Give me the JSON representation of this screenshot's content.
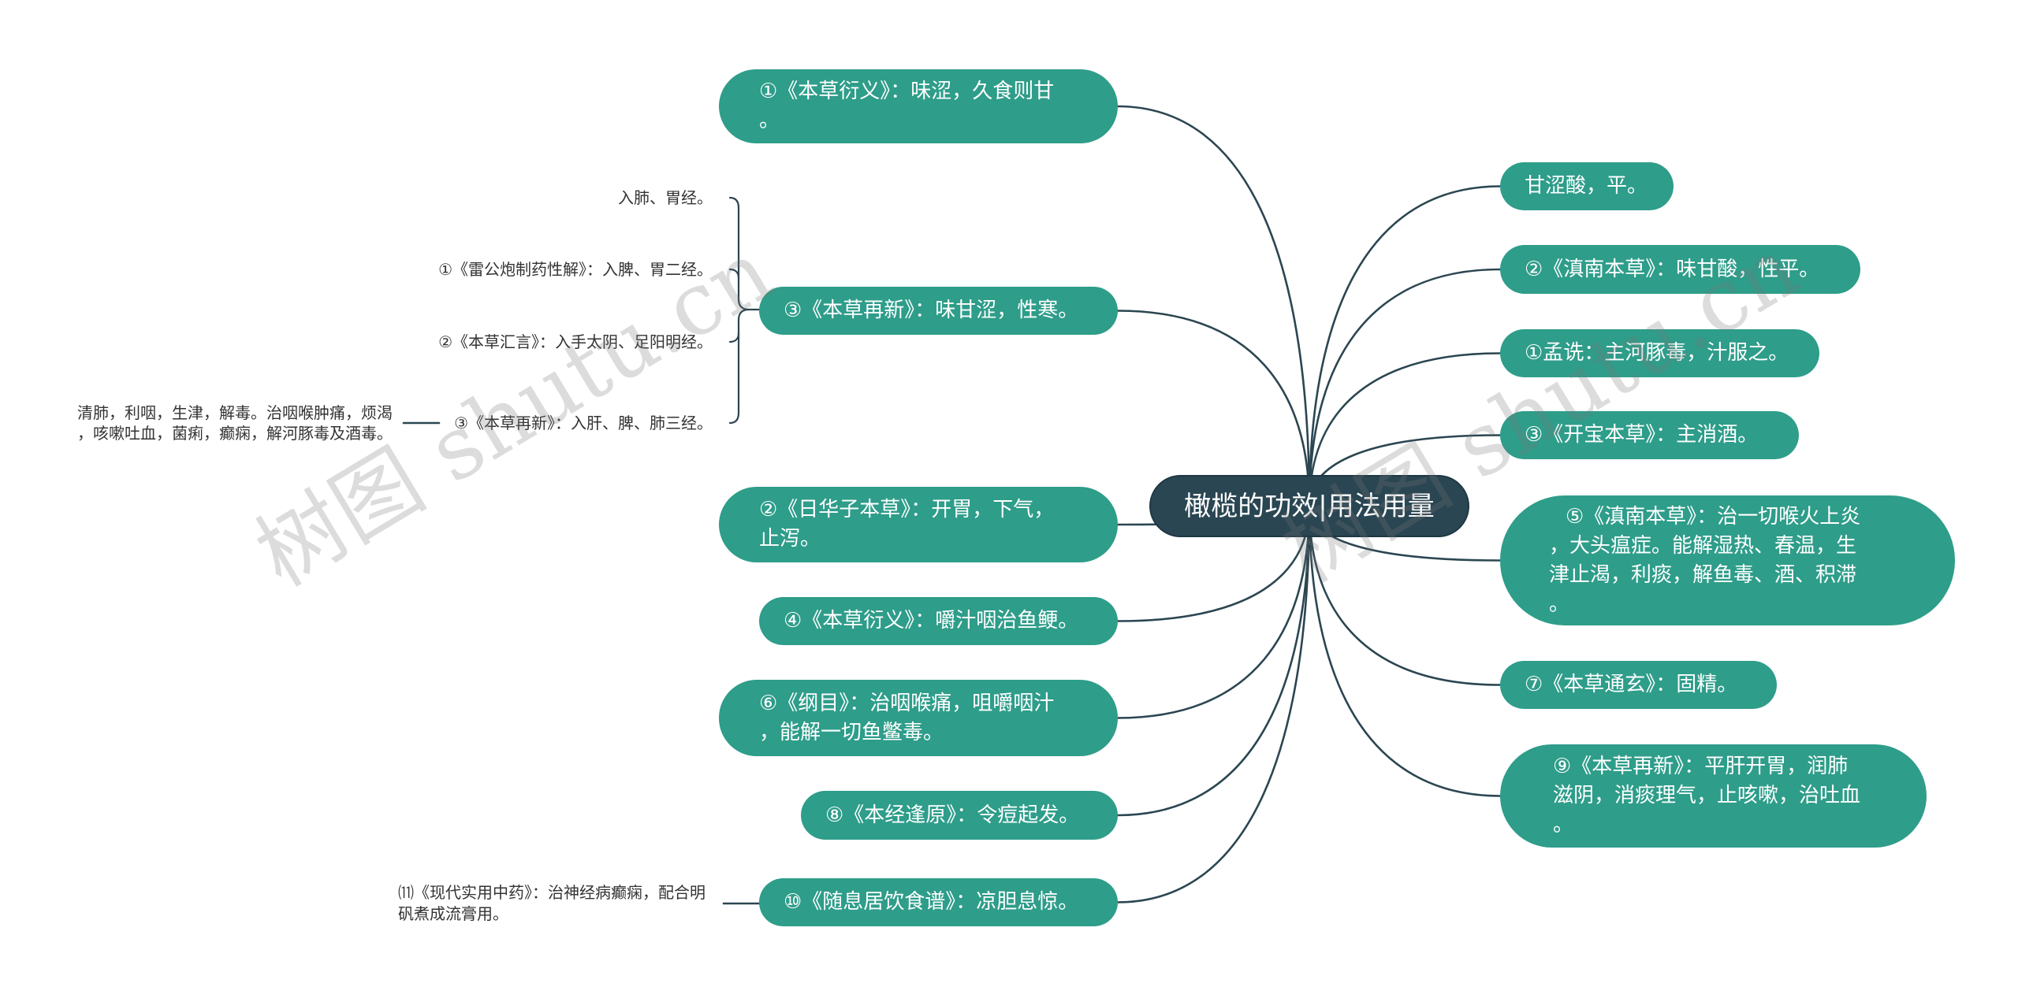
{
  "root": {
    "text": "橄榄的功效|用法用量"
  },
  "left_branches": [
    {
      "lines": [
        "①《本草衍义》：味涩，久食则甘",
        "。"
      ]
    },
    {
      "lines": [
        "③《本草再新》：味甘涩，性寒。"
      ],
      "children": [
        {
          "text": "入肺、胃经。"
        },
        {
          "text": "①《雷公炮制药性解》：入脾、胃二经。"
        },
        {
          "text": "②《本草汇言》：入手太阴、足阳明经。"
        },
        {
          "text": "③《本草再新》：入肝、脾、肺三经。",
          "children": [
            {
              "lines": [
                "清肺，利咽，生津，解毒。治咽喉肿痛，烦渴",
                "，咳嗽吐血，菌痢，癫痫，解河豚毒及酒毒。"
              ]
            }
          ]
        }
      ]
    },
    {
      "lines": [
        "②《日华子本草》：开胃，下气，",
        "止泻。"
      ]
    },
    {
      "lines": [
        "④《本草衍义》：嚼汁咽治鱼鲠。"
      ]
    },
    {
      "lines": [
        "⑥《纲目》：治咽喉痛，咀嚼咽汁",
        "，能解一切鱼鳖毒。"
      ]
    },
    {
      "lines": [
        "⑧《本经逢原》：令痘起发。"
      ]
    },
    {
      "lines": [
        "⑩《随息居饮食谱》：凉胆息惊。"
      ],
      "children": [
        {
          "lines": [
            "⑾《现代实用中药》：治神经病癫痫，配合明",
            "矾煮成流膏用。"
          ]
        }
      ]
    }
  ],
  "right_branches": [
    {
      "lines": [
        "甘涩酸，平。"
      ]
    },
    {
      "lines": [
        "②《滇南本草》：味甘酸，性平。"
      ]
    },
    {
      "lines": [
        "①孟诜：主河豚毒，汁服之。"
      ]
    },
    {
      "lines": [
        "③《开宝本草》：主消酒。"
      ]
    },
    {
      "lines": [
        "⑤《滇南本草》：治一切喉火上炎",
        "，大头瘟症。能解湿热、春温，生",
        "津止渴，利痰，解鱼毒、酒、积滞",
        "。"
      ]
    },
    {
      "lines": [
        "⑦《本草通玄》：固精。"
      ]
    },
    {
      "lines": [
        "⑨《本草再新》：平肝开胃，润肺",
        "滋阴，消痰理气，止咳嗽，治吐血",
        "。"
      ]
    }
  ],
  "watermark": "树图 shutu.cn",
  "colors": {
    "node": "#2e9d8a",
    "root": "#2a4653",
    "line": "#2b4651",
    "text": "#333333"
  }
}
